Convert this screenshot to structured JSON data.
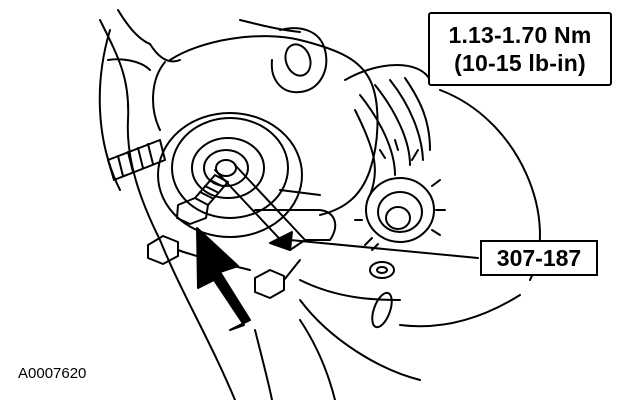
{
  "torque_spec": {
    "line1": "1.13-1.70 Nm",
    "line2": "(10-15 lb-in)"
  },
  "tool_callout": {
    "label": "307-187"
  },
  "figure_id": "A0007620",
  "colors": {
    "line": "#000000",
    "background": "#ffffff"
  }
}
